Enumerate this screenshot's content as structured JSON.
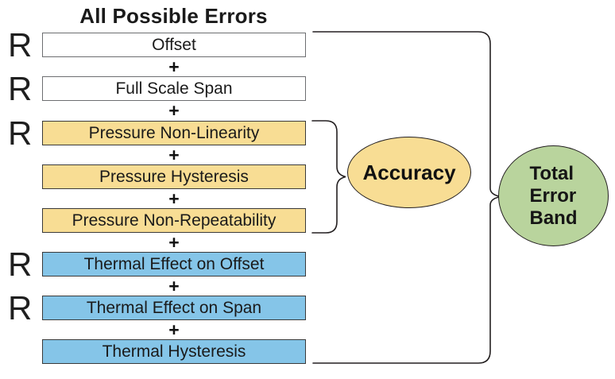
{
  "diagram": {
    "title": "All Possible Errors",
    "r_label": "R",
    "plus_label": "+",
    "rows": [
      {
        "label": "Offset",
        "color": "#ffffff",
        "ratiometric": true
      },
      {
        "label": "Full Scale Span",
        "color": "#ffffff",
        "ratiometric": true
      },
      {
        "label": "Pressure Non-Linearity",
        "color": "#f8dd94",
        "ratiometric": true
      },
      {
        "label": "Pressure Hysteresis",
        "color": "#f8dd94",
        "ratiometric": false
      },
      {
        "label": "Pressure Non-Repeatability",
        "color": "#f8dd94",
        "ratiometric": false
      },
      {
        "label": "Thermal Effect on Offset",
        "color": "#85c5e8",
        "ratiometric": true
      },
      {
        "label": "Thermal Effect on Span",
        "color": "#85c5e8",
        "ratiometric": true
      },
      {
        "label": "Thermal Hysteresis",
        "color": "#85c5e8",
        "ratiometric": false
      }
    ],
    "accuracy": {
      "label": "Accuracy",
      "fill": "#f8dd94"
    },
    "total_error_band": {
      "label": "Total Error Band",
      "lines": [
        "Total",
        "Error",
        "Band"
      ],
      "fill": "#b9d49d"
    },
    "line_color": "#231f20"
  }
}
